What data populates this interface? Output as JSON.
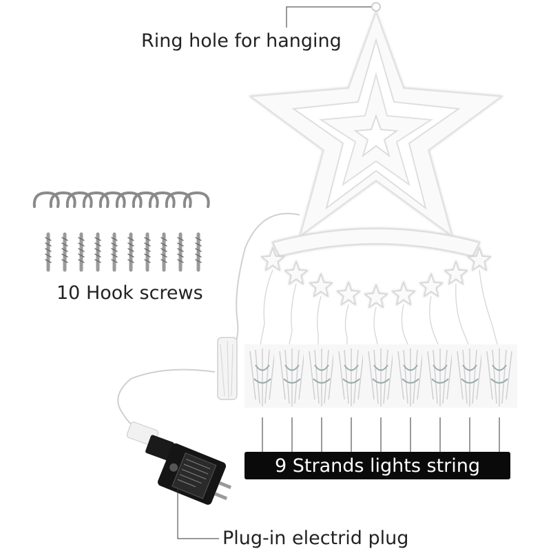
{
  "annotations": {
    "ring_hole": "Ring hole for hanging",
    "hook_screws": "10 Hook screws",
    "strands": "9 Strands lights string",
    "plug": "Plug-in electrid plug"
  },
  "product": {
    "hook_screw_count": 10,
    "strand_count": 9,
    "star_count": 3
  },
  "colors": {
    "background": "#ffffff",
    "banner": "#0a0a0a",
    "star_outline": "#d9d9d9",
    "hook_metal": "#9a9a9a",
    "adapter": "#1a1a1a"
  }
}
